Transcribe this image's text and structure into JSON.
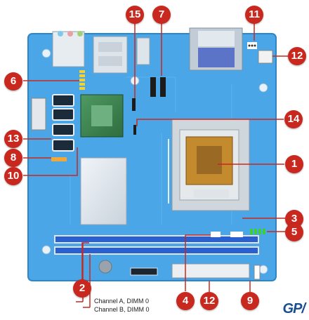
{
  "colors": {
    "board": "#4aa6e6",
    "board_dark": "#2c82c8",
    "callout": "#c8281e",
    "leader": "#c8281e"
  },
  "callouts": [
    {
      "id": "1",
      "label": "1"
    },
    {
      "id": "2",
      "label": "2"
    },
    {
      "id": "3",
      "label": "3"
    },
    {
      "id": "4",
      "label": "4"
    },
    {
      "id": "5",
      "label": "5"
    },
    {
      "id": "6",
      "label": "6"
    },
    {
      "id": "7",
      "label": "7"
    },
    {
      "id": "8",
      "label": "8"
    },
    {
      "id": "9",
      "label": "9"
    },
    {
      "id": "10",
      "label": "10"
    },
    {
      "id": "11",
      "label": "11"
    },
    {
      "id": "12a",
      "label": "12"
    },
    {
      "id": "12b",
      "label": "12"
    },
    {
      "id": "13",
      "label": "13"
    },
    {
      "id": "14",
      "label": "14"
    },
    {
      "id": "15",
      "label": "15"
    }
  ],
  "channel_labels": {
    "a": "Channel A, DIMM 0",
    "b": "Channel B, DIMM 0"
  },
  "logo": {
    "text": "GP",
    "mark": "/"
  }
}
